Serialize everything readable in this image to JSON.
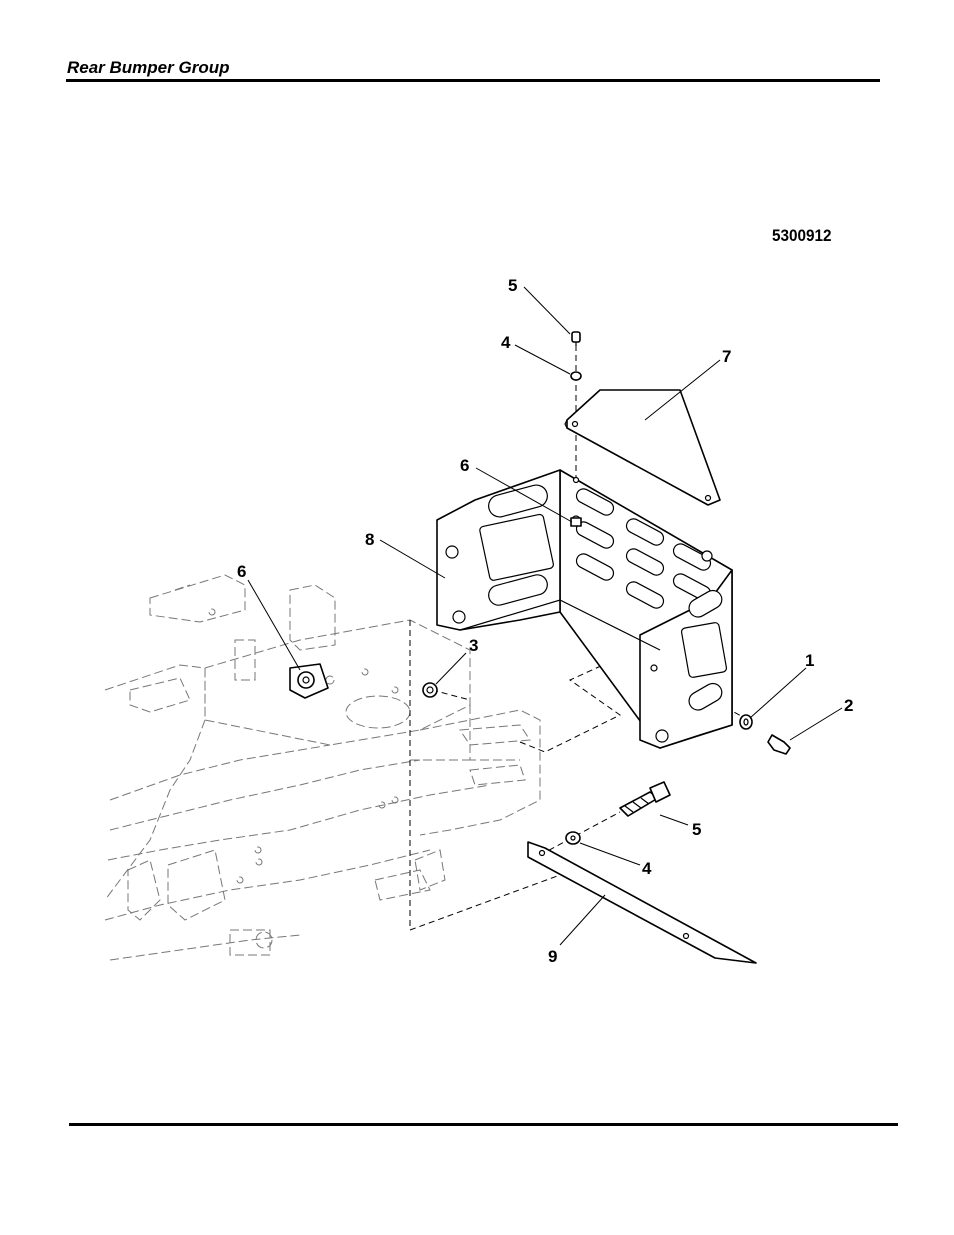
{
  "header": {
    "title": "Rear Bumper Group"
  },
  "diagram": {
    "number": "5300912",
    "callouts": [
      "5",
      "4",
      "7",
      "6",
      "8",
      "6",
      "3",
      "1",
      "2",
      "5",
      "4",
      "9"
    ]
  }
}
